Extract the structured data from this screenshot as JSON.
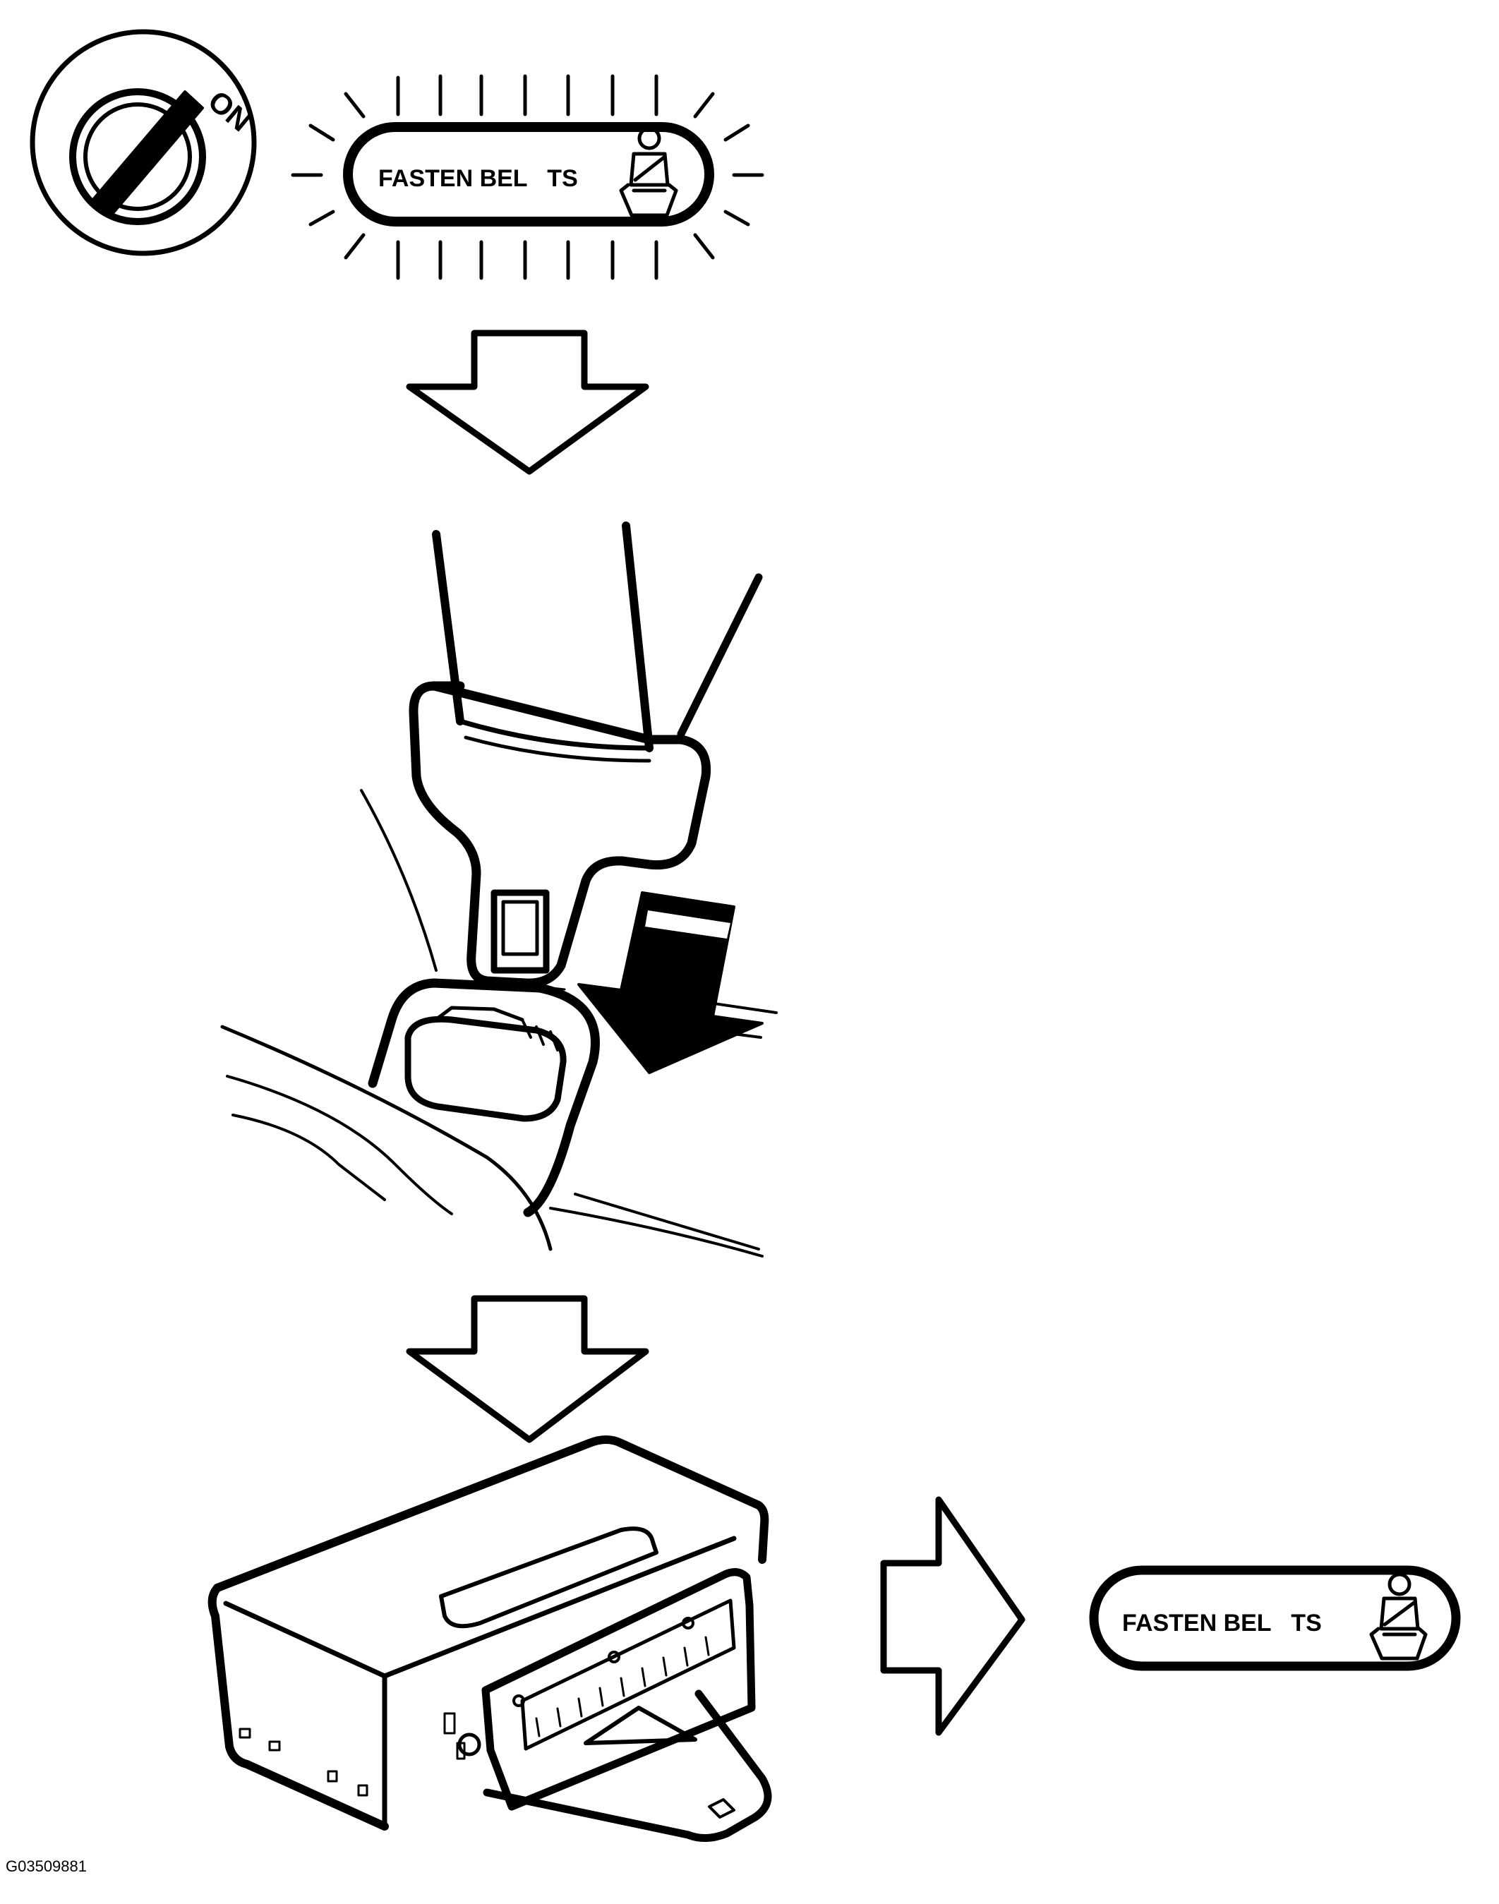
{
  "ignition": {
    "position_label": "ON"
  },
  "warning_lamp_lit": {
    "text": "FASTEN BEL   TS",
    "icon": "seatbelt-person-icon"
  },
  "warning_lamp_off": {
    "text": "FASTEN BEL   TS",
    "icon": "seatbelt-person-icon"
  },
  "figure_id": "G03509881",
  "colors": {
    "ink": "#000000",
    "paper": "#ffffff"
  }
}
